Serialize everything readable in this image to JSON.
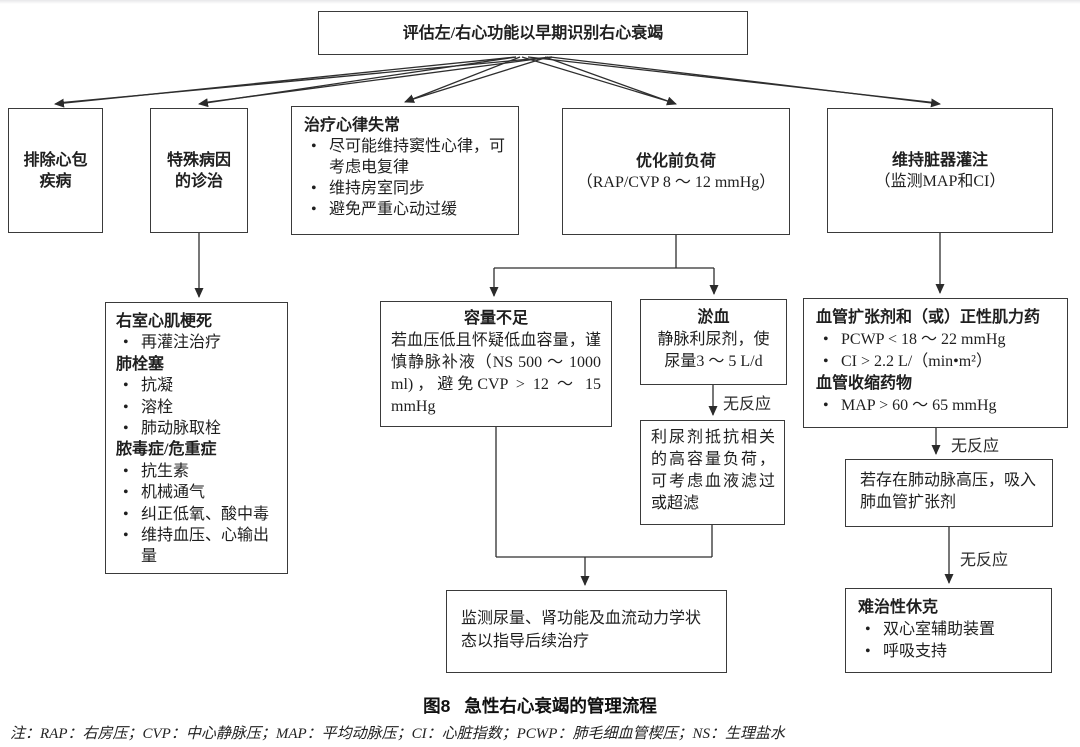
{
  "root": {
    "text": "评估左/右心功能以早期识别右心衰竭"
  },
  "branches": {
    "exclude_pericardial": {
      "text": "排除心包疾病"
    },
    "specific_cause": {
      "text": "特殊病因的诊治"
    },
    "arrhythmia": {
      "title": "治疗心律失常",
      "items": [
        "尽可能维持窦性心律，可考虑电复律",
        "维持房室同步",
        "避免严重心动过缓"
      ]
    },
    "preload": {
      "title": "优化前负荷",
      "subtitle": "（RAP/CVP 8 ～ 12 mmHg）"
    },
    "perfusion": {
      "title": "维持脏器灌注",
      "subtitle": "（监测MAP和CI）"
    }
  },
  "nodes": {
    "etiology": {
      "sections": [
        {
          "heading": "右室心肌梗死",
          "items": [
            "再灌注治疗"
          ]
        },
        {
          "heading": "肺栓塞",
          "items": [
            "抗凝",
            "溶栓",
            "肺动脉取栓"
          ]
        },
        {
          "heading": "脓毒症/危重症",
          "items": [
            "抗生素",
            "机械通气",
            "纠正低氧、酸中毒",
            "维持血压、心输出量"
          ]
        }
      ]
    },
    "volume_deficit": {
      "title": "容量不足",
      "body": "若血压低且怀疑低血容量，谨慎静脉补液（NS 500 ～ 1000 ml)，避免CVP > 12 ～ 15 mmHg"
    },
    "congestion": {
      "title": "淤血",
      "body": "静脉利尿剂，使尿量3 ～ 5 L/d"
    },
    "diuretic_resistance": {
      "text": "利尿剂抵抗相关的高容量负荷，可考虑血液滤过或超滤"
    },
    "vasoactive": {
      "sections": [
        {
          "heading": "血管扩张剂和（或）正性肌力药",
          "items": [
            "PCWP < 18 ～ 22 mmHg",
            "CI > 2.2 L/（min•m²）"
          ]
        },
        {
          "heading": "血管收缩药物",
          "items": [
            "MAP > 60 ～ 65 mmHg"
          ]
        }
      ]
    },
    "pah": {
      "text": "若存在肺动脉高压，吸入肺血管扩张剂"
    },
    "monitor": {
      "text": "监测尿量、肾功能及血流动力学状态以指导后续治疗"
    },
    "refractory": {
      "title": "难治性休克",
      "items": [
        "双心室辅助装置",
        "呼吸支持"
      ]
    }
  },
  "edge_labels": {
    "no_response": "无反应"
  },
  "caption": {
    "label": "图8",
    "title": "急性右心衰竭的管理流程"
  },
  "note": "注：RAP：右房压；CVP：中心静脉压；MAP：平均动脉压；CI：心脏指数；PCWP：肺毛细血管楔压；NS：生理盐水"
}
